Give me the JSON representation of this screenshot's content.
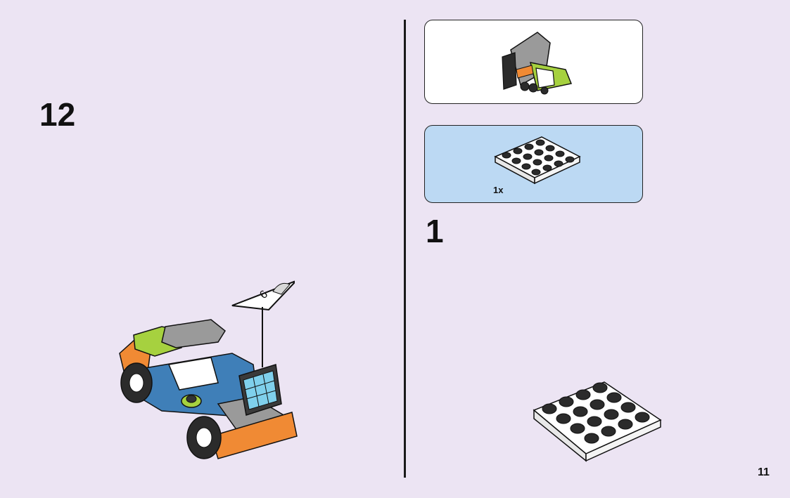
{
  "left_step": {
    "number": "12"
  },
  "callout": {
    "sticker_number": "6",
    "parts": {
      "quantity": "1x"
    }
  },
  "right_step": {
    "number": "1"
  },
  "page_number": "11",
  "colors": {
    "background": "#ece4f3",
    "parts_panel": "#bcd9f3",
    "kart_orange": "#f08a34",
    "kart_blue": "#3f7fb8",
    "kart_lime": "#a6d13f",
    "kart_gray": "#9a9a9a"
  }
}
